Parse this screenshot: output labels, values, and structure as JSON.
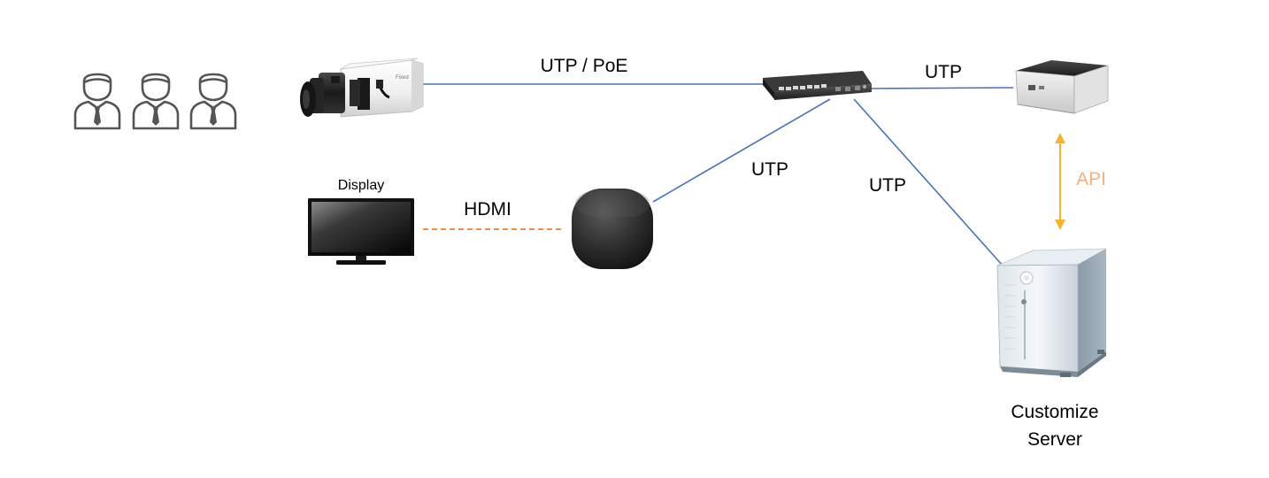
{
  "diagram": {
    "labels": {
      "camera_link": "UTP / PoE",
      "mini_pc_link": "UTP",
      "media_box_link": "UTP",
      "server_link": "UTP",
      "hdmi_link": "HDMI",
      "api_link": "API",
      "display_caption": "Display",
      "server_caption_line1": "Customize",
      "server_caption_line2": "Server"
    },
    "colors": {
      "network_line": "#4a72b8",
      "hdmi_line": "#ed7d31",
      "api_arrow": "#f5b335",
      "api_text": "#f4b183",
      "text": "#000000",
      "person_outline": "#555555"
    },
    "icons": {
      "people": [
        "person-icon",
        "person-icon",
        "person-icon"
      ],
      "camera": "box-camera-icon",
      "switch": "poe-switch-icon",
      "mini_pc": "mini-pc-icon",
      "display": "monitor-icon",
      "media_box": "media-box-icon",
      "server": "server-tower-icon"
    }
  }
}
